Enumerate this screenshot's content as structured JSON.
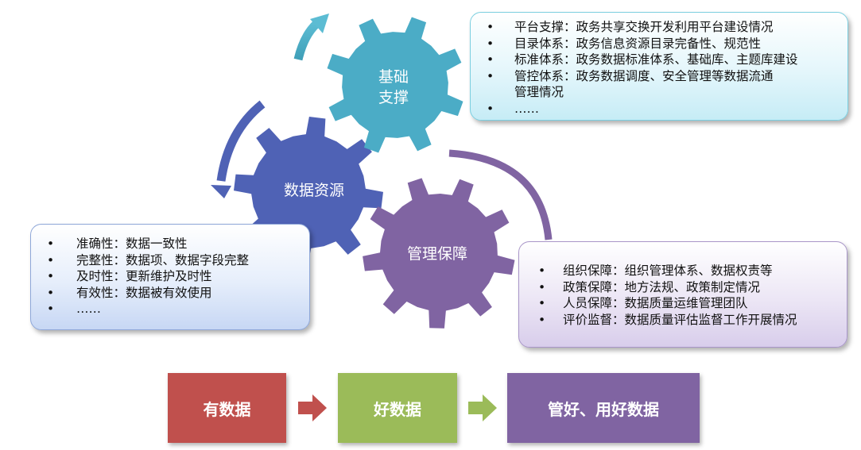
{
  "gears": {
    "basic": {
      "line1": "基础",
      "line2": "支撑",
      "color": "#4bacc6"
    },
    "data": {
      "label": "数据资源",
      "color": "#4f62b5"
    },
    "mgmt": {
      "label": "管理保障",
      "color": "#8064a2"
    }
  },
  "boxes": {
    "top": {
      "bullet": "•",
      "items": [
        "平台支撑：政务共享交换开发利用平台建设情况",
        "目录体系：政务信息资源目录完备性、规范性",
        "标准体系：政务数据标准体系、基础库、主题库建设",
        "管控体系：政务数据调度、安全管理等数据流通管理情况",
        "……"
      ]
    },
    "left": {
      "bullet": "•",
      "items": [
        "准确性：数据一致性",
        "完整性：数据项、数据字段完整",
        "及时性：更新维护及时性",
        "有效性：数据被有效使用",
        "……"
      ]
    },
    "right": {
      "bullet": "•",
      "items": [
        "组织保障：组织管理体系、数据权责等",
        "政策保障：地方法规、政策制定情况",
        "人员保障：数据质量运维管理团队",
        "评价监督：数据质量评估监督工作开展情况"
      ]
    }
  },
  "flow": {
    "step1": "有数据",
    "step2": "好数据",
    "step3": "管好、用好数据",
    "colors": {
      "step1": "#c0504d",
      "step2": "#9bbb59",
      "step3": "#8064a2"
    }
  }
}
